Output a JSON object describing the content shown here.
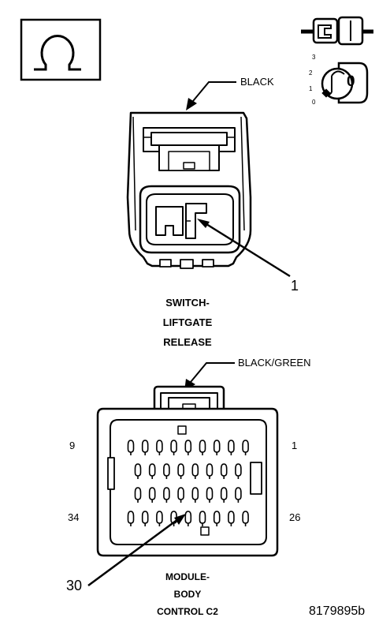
{
  "symbol": {
    "name": "ohm-icon",
    "glyph": "Ω"
  },
  "tool_icons": {
    "connector": "connector-icon",
    "key_switch": "ignition-key-icon"
  },
  "key_positions": [
    "3",
    "2",
    "1",
    "0"
  ],
  "key_glyph": "0",
  "connector1": {
    "wire_color": "BLACK",
    "pin_callout": "1",
    "title_lines": [
      "SWITCH-",
      "LIFTGATE",
      "RELEASE"
    ]
  },
  "connector2": {
    "wire_color": "BLACK/GREEN",
    "pin_top_left": "9",
    "pin_top_right": "1",
    "pin_bottom_left": "34",
    "pin_bottom_right": "26",
    "pin_callout": "30",
    "title_lines": [
      "MODULE-",
      "BODY",
      "CONTROL C2"
    ]
  },
  "figure_id": "8179895b"
}
